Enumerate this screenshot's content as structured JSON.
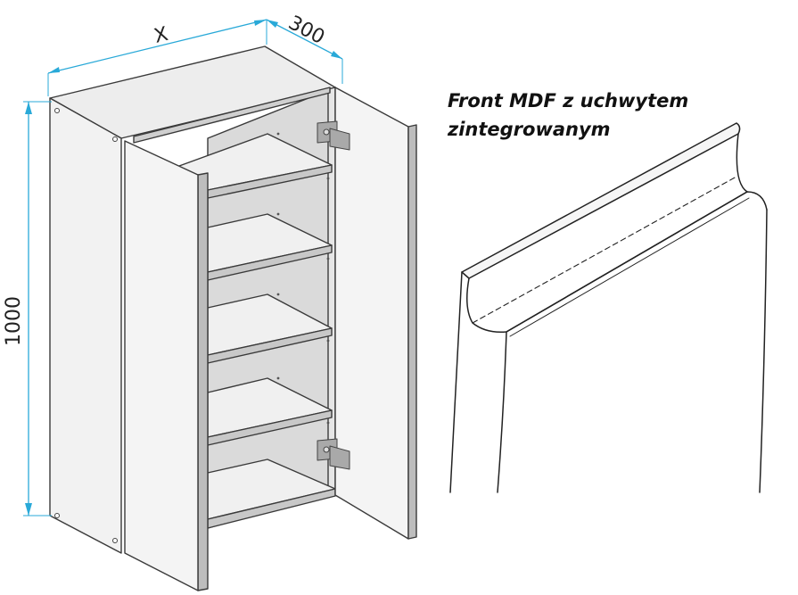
{
  "dimensions": {
    "width_label": "X",
    "depth_label": "300",
    "height_label": "1000"
  },
  "caption": {
    "line1": "Front MDF z uchwytem",
    "line2": "zintegrowanym"
  },
  "colors": {
    "dimension_line": "#29a9d8",
    "outline": "#3a3a3a",
    "panel_face": "#ececec",
    "panel_edge": "#cfcfcf",
    "back_panel": "#d9d9d9",
    "hinge": "#a9a9a9"
  }
}
